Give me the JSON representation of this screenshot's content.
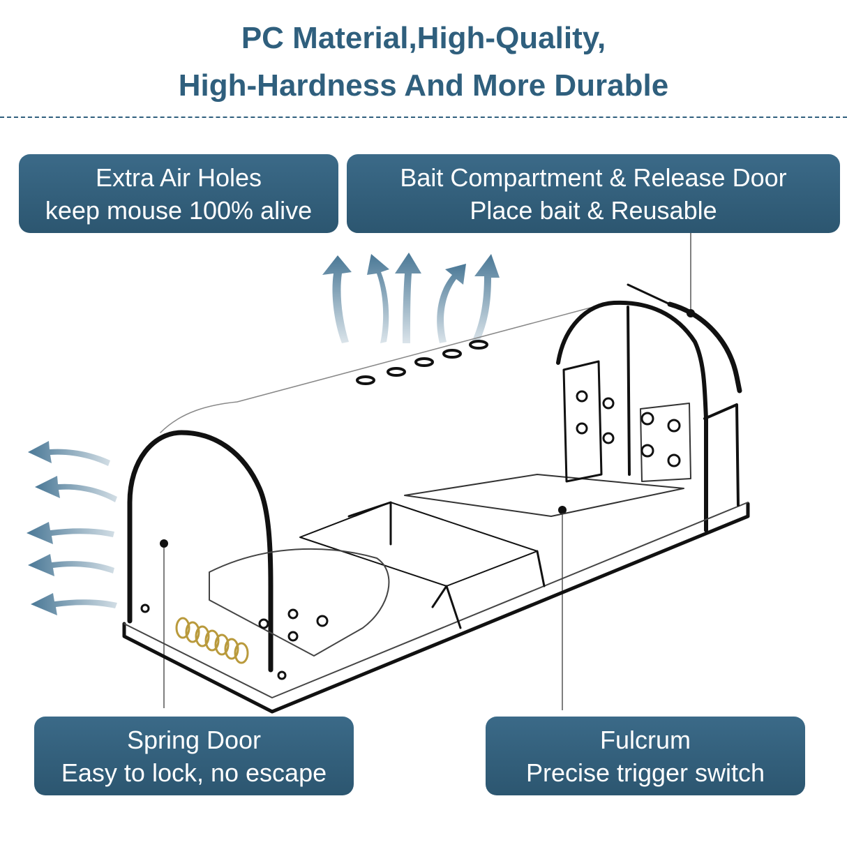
{
  "headline": {
    "line1": "PC Material,High-Quality,",
    "line2": "High-Hardness And More Durable"
  },
  "callouts": {
    "air_holes": {
      "line1": "Extra Air Holes",
      "line2": "keep mouse 100% alive"
    },
    "bait": {
      "line1": "Bait Compartment & Release Door",
      "line2": "Place bait & Reusable"
    },
    "spring_door": {
      "line1": "Spring Door",
      "line2": "Easy to lock, no escape"
    },
    "fulcrum": {
      "line1": "Fulcrum",
      "line2": "Precise trigger switch"
    }
  },
  "colors": {
    "accent": "#2f5f7d",
    "callout_bg": "#356381",
    "arrow": "#4a7896"
  }
}
